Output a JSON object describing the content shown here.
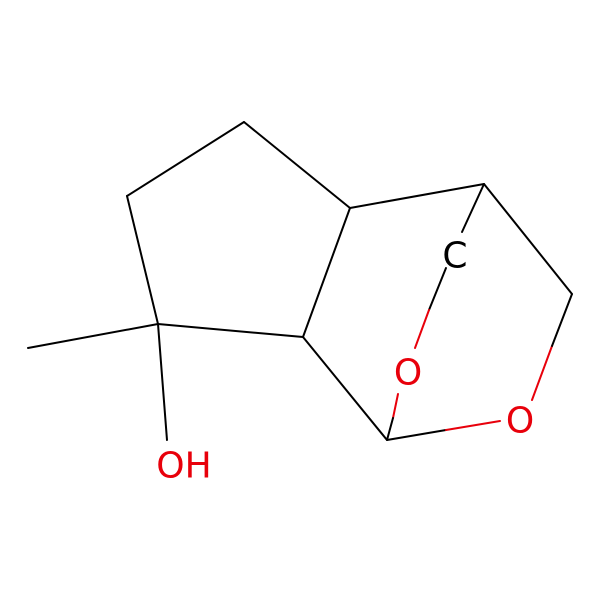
{
  "molecule": {
    "colors": {
      "carbon": "#000000",
      "oxygen": "#e8000b",
      "background": "#ffffff"
    },
    "labels": {
      "hydroxyl": "OH",
      "bridge_oxygen_upper": "O",
      "bridge_oxygen_lower": "O",
      "bridge_carbon": "C"
    }
  }
}
